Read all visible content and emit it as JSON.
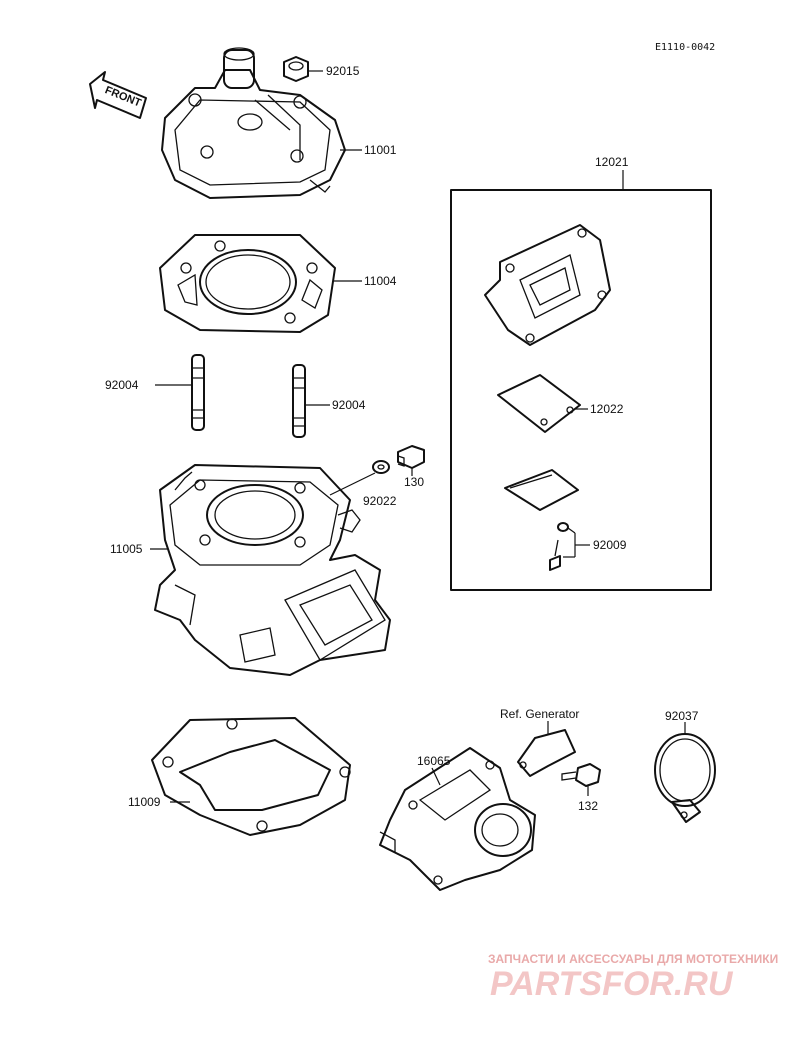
{
  "diagram_code": "E1110-0042",
  "front_label": "FRONT",
  "callouts": {
    "p92015": "92015",
    "p11001": "11001",
    "p11004": "11004",
    "p92004_left": "92004",
    "p92004_right": "92004",
    "p92022": "92022",
    "p130": "130",
    "p11005": "11005",
    "p12021": "12021",
    "p12022": "12022",
    "p92009": "92009",
    "ref_generator": "Ref. Generator",
    "p92037": "92037",
    "p16065": "16065",
    "p132": "132",
    "p11009": "11009"
  },
  "watermark": {
    "line1": "ЗАПЧАСТИ И АКСЕССУАРЫ ДЛЯ МОТОТЕХНИКИ",
    "line2": "PARTSFOR.RU"
  }
}
